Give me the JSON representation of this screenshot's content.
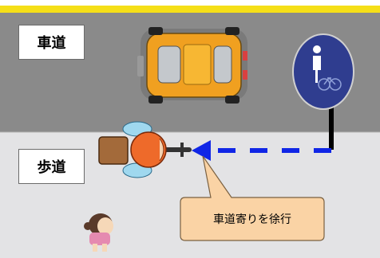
{
  "labels": {
    "road": "車道",
    "sidewalk": "歩道"
  },
  "callout": {
    "text": "車道寄りを徐行"
  },
  "colors": {
    "road": "#8a8a8a",
    "curb_line": "#f5df18",
    "sidewalk": "#e3e3e5",
    "sign": "#2f3d8f",
    "path_arrow": "#1026e6",
    "callout_fill": "#fad3a5",
    "car_body": "#f0a020"
  },
  "icons": {
    "sign": "pedestrian-bicycle-sign-icon",
    "car": "car-icon",
    "cyclist": "cyclist-icon",
    "pedestrian": "pedestrian-icon"
  }
}
